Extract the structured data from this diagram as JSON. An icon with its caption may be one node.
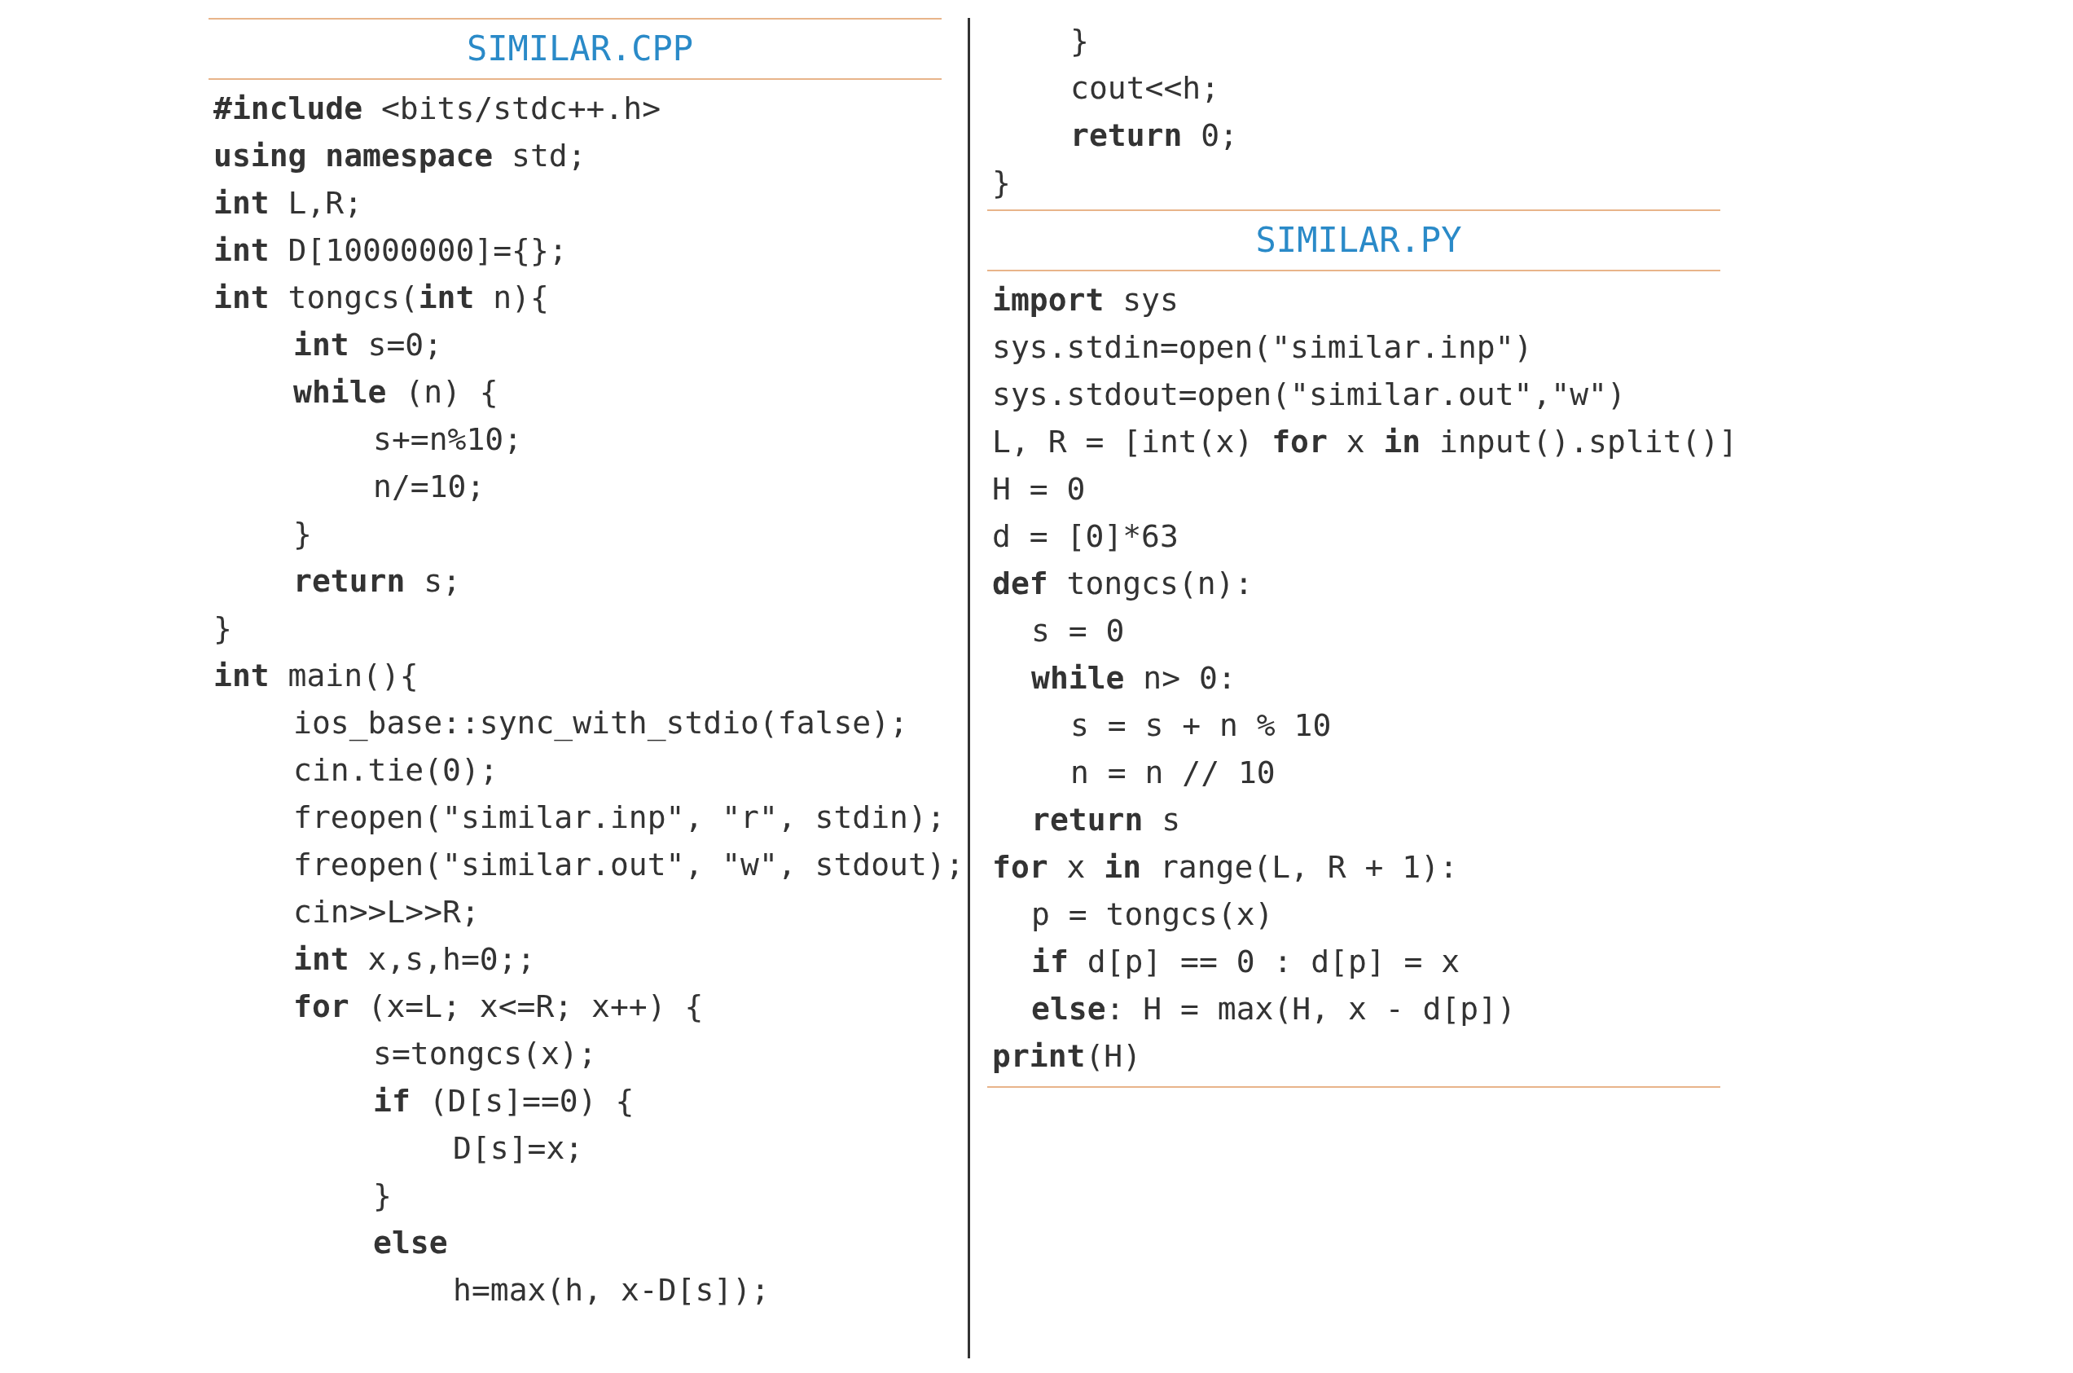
{
  "diagram": {
    "labels": [
      "SIMILAR.CPP",
      "**#include** <bits/stdc++.h>",
      "**using namespace** std;",
      "**int** L,R;",
      "**int** D[10000000]={};",
      "**int** tongcs(**int** n){",
      "**int** s=0;",
      "**while** (n) {",
      "s+=n%10;",
      "n/=10;",
      "}",
      "**return** s;",
      "}",
      "**int** main(){",
      "ios_base::sync_with_stdio(false);",
      "cin.tie(0);",
      "freopen(\"similar.inp\", \"r\", stdin);",
      "freopen(\"similar.out\", \"w\", stdout);",
      "cin>>L>>R;",
      "**int** x,s,h=0;;",
      "**for** (x=L; x<=R; x++) {",
      "s=tongcs(x);",
      "**if** (D[s]==0) {",
      "D[s]=x;",
      "}",
      "**else**",
      "h=max(h, x-D[s]);",
      "}",
      "cout<<h;",
      "**return** 0;",
      "}",
      "SIMILAR.PY",
      "**import** sys",
      "sys.stdin=open(\"similar.inp\")",
      "sys.stdout=open(\"similar.out\",\"w\")",
      "L, R = [int(x) **for** x **in** input().split()]",
      "H = 0",
      "d = [0]*63",
      "**def** tongcs(n):",
      "s = 0",
      "**while** n> 0:",
      "s = s + n % 10",
      "n = n // 10",
      "**return** s",
      "**for** x **in** range(L, R + 1):",
      "p = tongcs(x)",
      "**if** d[p] == 0 : d[p] = x",
      "**else**: H = max(H, x - d[p])",
      "**print**(H)"
    ]
  }
}
